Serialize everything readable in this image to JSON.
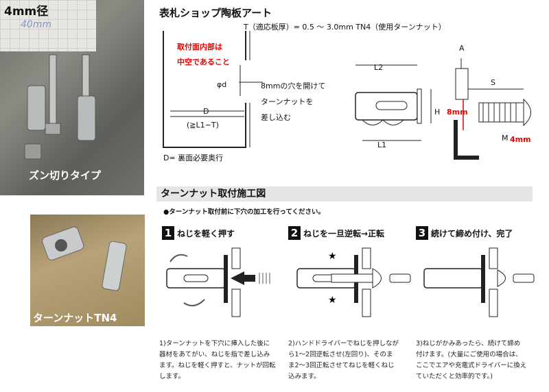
{
  "photos": {
    "top_caption": "4mm径",
    "handwritten": "40mm",
    "top_label": "ズン切りタイプ",
    "bottom_label": "ターンナットTN4"
  },
  "diagram": {
    "title": "表札ショップ陶板アート",
    "thickness": "T（適応板厚）= 0.5 〜 3.0mm TN4（使用ターンナット）",
    "hollow_note_1": "取付面内部は",
    "hollow_note_2": "中空であること",
    "phi_d": "φd",
    "hole_1": "8mmの穴を開けて",
    "hole_2": "ターンナットを",
    "hole_3": "差し込む",
    "d_label": "D",
    "d_range": "(≧L1−T)",
    "d_note": "D= 裏面必要奥行",
    "l2": "L2",
    "l1": "L1",
    "h": "H",
    "a": "A",
    "s": "S",
    "m": "M",
    "m_size": "4mm",
    "eight_mm": "8mm"
  },
  "procedure": {
    "section_title": "ターンナット取付施工図",
    "note": "●ターンナット取付前に下穴の加工を行ってください。",
    "steps": [
      {
        "num": "1",
        "title": "ねじを軽く押す",
        "desc_1": "1)ターンナットを下穴に挿入した後に",
        "desc_2": "器材をあてがい、ねじを指で差し込み",
        "desc_3": "ます。ねじを軽く押すと、ナットが回転",
        "desc_4": "します。"
      },
      {
        "num": "2",
        "title": "ねじを一旦逆転→正転",
        "desc_1": "2)ハンドドライバーでねじを押しなが",
        "desc_2": "ら1〜2回逆転させ(左回り)、そのま",
        "desc_3": "ま2〜3回正転させてねじを軽くねじ",
        "desc_4": "込みます。"
      },
      {
        "num": "3",
        "title": "続けて締め付け、完了",
        "desc_1": "3)ねじがかみあったら、続けて締め",
        "desc_2": "付けます。(大量にご使用の場合は、",
        "desc_3": "ここでエアや充電式ドライバーに換え",
        "desc_4": "ていただくと効率的です。)"
      }
    ]
  }
}
